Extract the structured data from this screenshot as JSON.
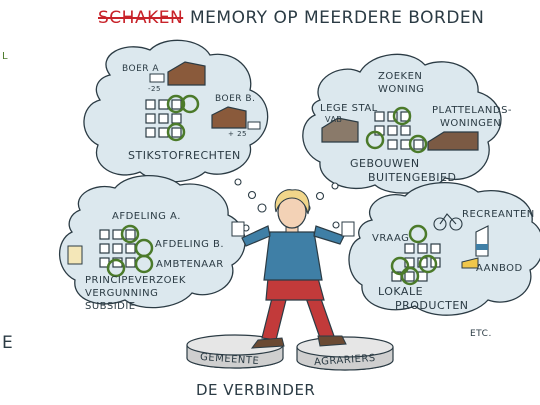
{
  "title": {
    "struck": "SCHAKEN",
    "rest": "MEMORY OP MEERDERE BORDEN"
  },
  "edge_text": {
    "left_top": "L",
    "left_mid": "E"
  },
  "bubbles": {
    "top_left": {
      "label_boer_a": "BOER A",
      "minus": "-25",
      "label_boer_b": "BOER B.",
      "plus": "+ 25",
      "caption": "STIKSTOFRECHTEN"
    },
    "top_right": {
      "zoeken": "ZOEKEN",
      "woning": "WONING",
      "lege_stal": "LEGE STAL",
      "vab": "VAB",
      "plattelands": "PLATTELANDS-",
      "woningen": "WONINGEN",
      "gebouwen": "GEBOUWEN",
      "buitengebied": "BUITENGEBIED"
    },
    "mid_left": {
      "afdeling_a": "AFDELING A.",
      "afdeling_b": "AFDELING B.",
      "ambtenaar": "AMBTENAAR",
      "principe": "PRINCIPEVERZOEK",
      "vergunning": "VERGUNNING",
      "subsidie": "SUBSIDIE"
    },
    "mid_right": {
      "recreanten": "RECREANTEN",
      "vraag": "VRAAG",
      "aanbod": "AANBOD",
      "lokale": "LOKALE",
      "producten": "PRODUCTEN",
      "etc": "ETC."
    }
  },
  "pedestals": {
    "left": "GEMEENTE",
    "right": "AGRARIERS"
  },
  "caption": "DE VERBINDER",
  "colors": {
    "ink": "#2b3b44",
    "cloud": "#dce8ee",
    "grid_circle": "#4b7a2a",
    "red_strike": "#c8232a",
    "shirt": "#3f7fa6",
    "trousers": "#c23a3a",
    "hair": "#f1d68a",
    "pedestal": "#d9d9d9"
  }
}
